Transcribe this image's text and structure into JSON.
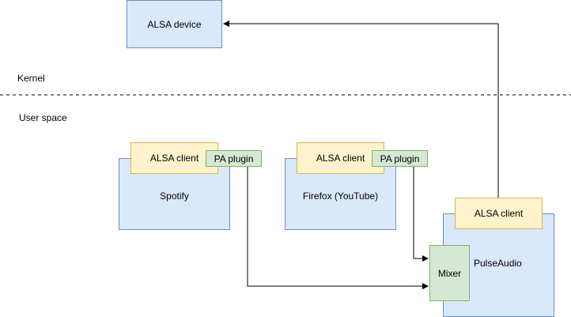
{
  "alsa_device": "ALSA device",
  "regions": {
    "kernel": "Kernel",
    "user_space": "User space"
  },
  "spotify": {
    "name": "Spotify",
    "alsa_client": "ALSA client",
    "pa_plugin": "PA plugin"
  },
  "firefox": {
    "name": "Firefox (YouTube)",
    "alsa_client": "ALSA client",
    "pa_plugin": "PA plugin"
  },
  "pulseaudio": {
    "name": "PulseAudio",
    "alsa_client": "ALSA client",
    "mixer": "Mixer"
  },
  "colors": {
    "process_fill": "#dae8fc",
    "process_stroke": "#6c8ebf",
    "client_fill": "#fff2cc",
    "client_stroke": "#d6b656",
    "plugin_fill": "#d5e8d4",
    "plugin_stroke": "#82b366"
  }
}
